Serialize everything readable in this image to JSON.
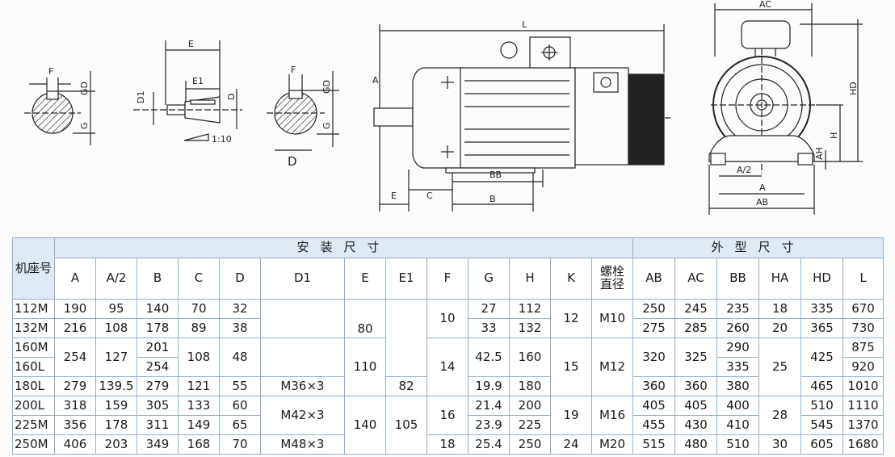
{
  "drawing": {
    "labels": {
      "F": "F",
      "GD": "GD",
      "G": "G",
      "E": "E",
      "E1": "E1",
      "D1": "D1",
      "D": "D",
      "taper": "1:10",
      "L": "L",
      "A": "A",
      "C": "C",
      "BB": "BB",
      "B": "B",
      "AC": "AC",
      "HD": "HD",
      "H": "H",
      "AH": "AH",
      "A_half": "A/2",
      "AB": "AB"
    }
  },
  "table": {
    "frame_header": "机座号",
    "group_install": "安装尺寸",
    "group_outline": "外型尺寸",
    "columns": [
      "A",
      "A/2",
      "B",
      "C",
      "D",
      "D1",
      "E",
      "E1",
      "F",
      "G",
      "H",
      "K",
      "螺栓直径",
      "AB",
      "AC",
      "BB",
      "HA",
      "HD",
      "L"
    ],
    "frames": [
      "112M",
      "132M",
      "160M",
      "160L",
      "180L",
      "200L",
      "225M",
      "250M"
    ],
    "cells": {
      "A": [
        "190",
        "216",
        "254",
        "279",
        "318",
        "356",
        "406"
      ],
      "A2": [
        "95",
        "108",
        "127",
        "139.5",
        "159",
        "178",
        "203"
      ],
      "B": [
        "140",
        "178",
        "201",
        "254",
        "279",
        "305",
        "311",
        "349"
      ],
      "C": [
        "70",
        "89",
        "108",
        "121",
        "133",
        "149",
        "168"
      ],
      "D": [
        "32",
        "38",
        "48",
        "55",
        "60",
        "65",
        "70"
      ],
      "D1": [
        "M36×3",
        "M42×3",
        "M48×3"
      ],
      "E": [
        "80",
        "110",
        "140"
      ],
      "E1": [
        "82",
        "105"
      ],
      "F": [
        "10",
        "14",
        "16",
        "18"
      ],
      "G": [
        "27",
        "33",
        "42.5",
        "19.9",
        "21.4",
        "23.9",
        "25.4"
      ],
      "H": [
        "112",
        "132",
        "160",
        "180",
        "200",
        "225",
        "250"
      ],
      "K": [
        "12",
        "15",
        "19",
        "24"
      ],
      "bolt": [
        "M10",
        "M12",
        "M16",
        "M20"
      ],
      "AB": [
        "250",
        "275",
        "320",
        "360",
        "405",
        "455",
        "515"
      ],
      "AC": [
        "245",
        "285",
        "325",
        "360",
        "405",
        "430",
        "480"
      ],
      "BB": [
        "235",
        "260",
        "290",
        "335",
        "380",
        "400",
        "410",
        "510"
      ],
      "HA": [
        "18",
        "20",
        "25",
        "28",
        "30"
      ],
      "HD": [
        "335",
        "365",
        "425",
        "465",
        "510",
        "545",
        "605"
      ],
      "L": [
        "670",
        "730",
        "875",
        "920",
        "1010",
        "1110",
        "1370",
        "1680"
      ]
    }
  }
}
